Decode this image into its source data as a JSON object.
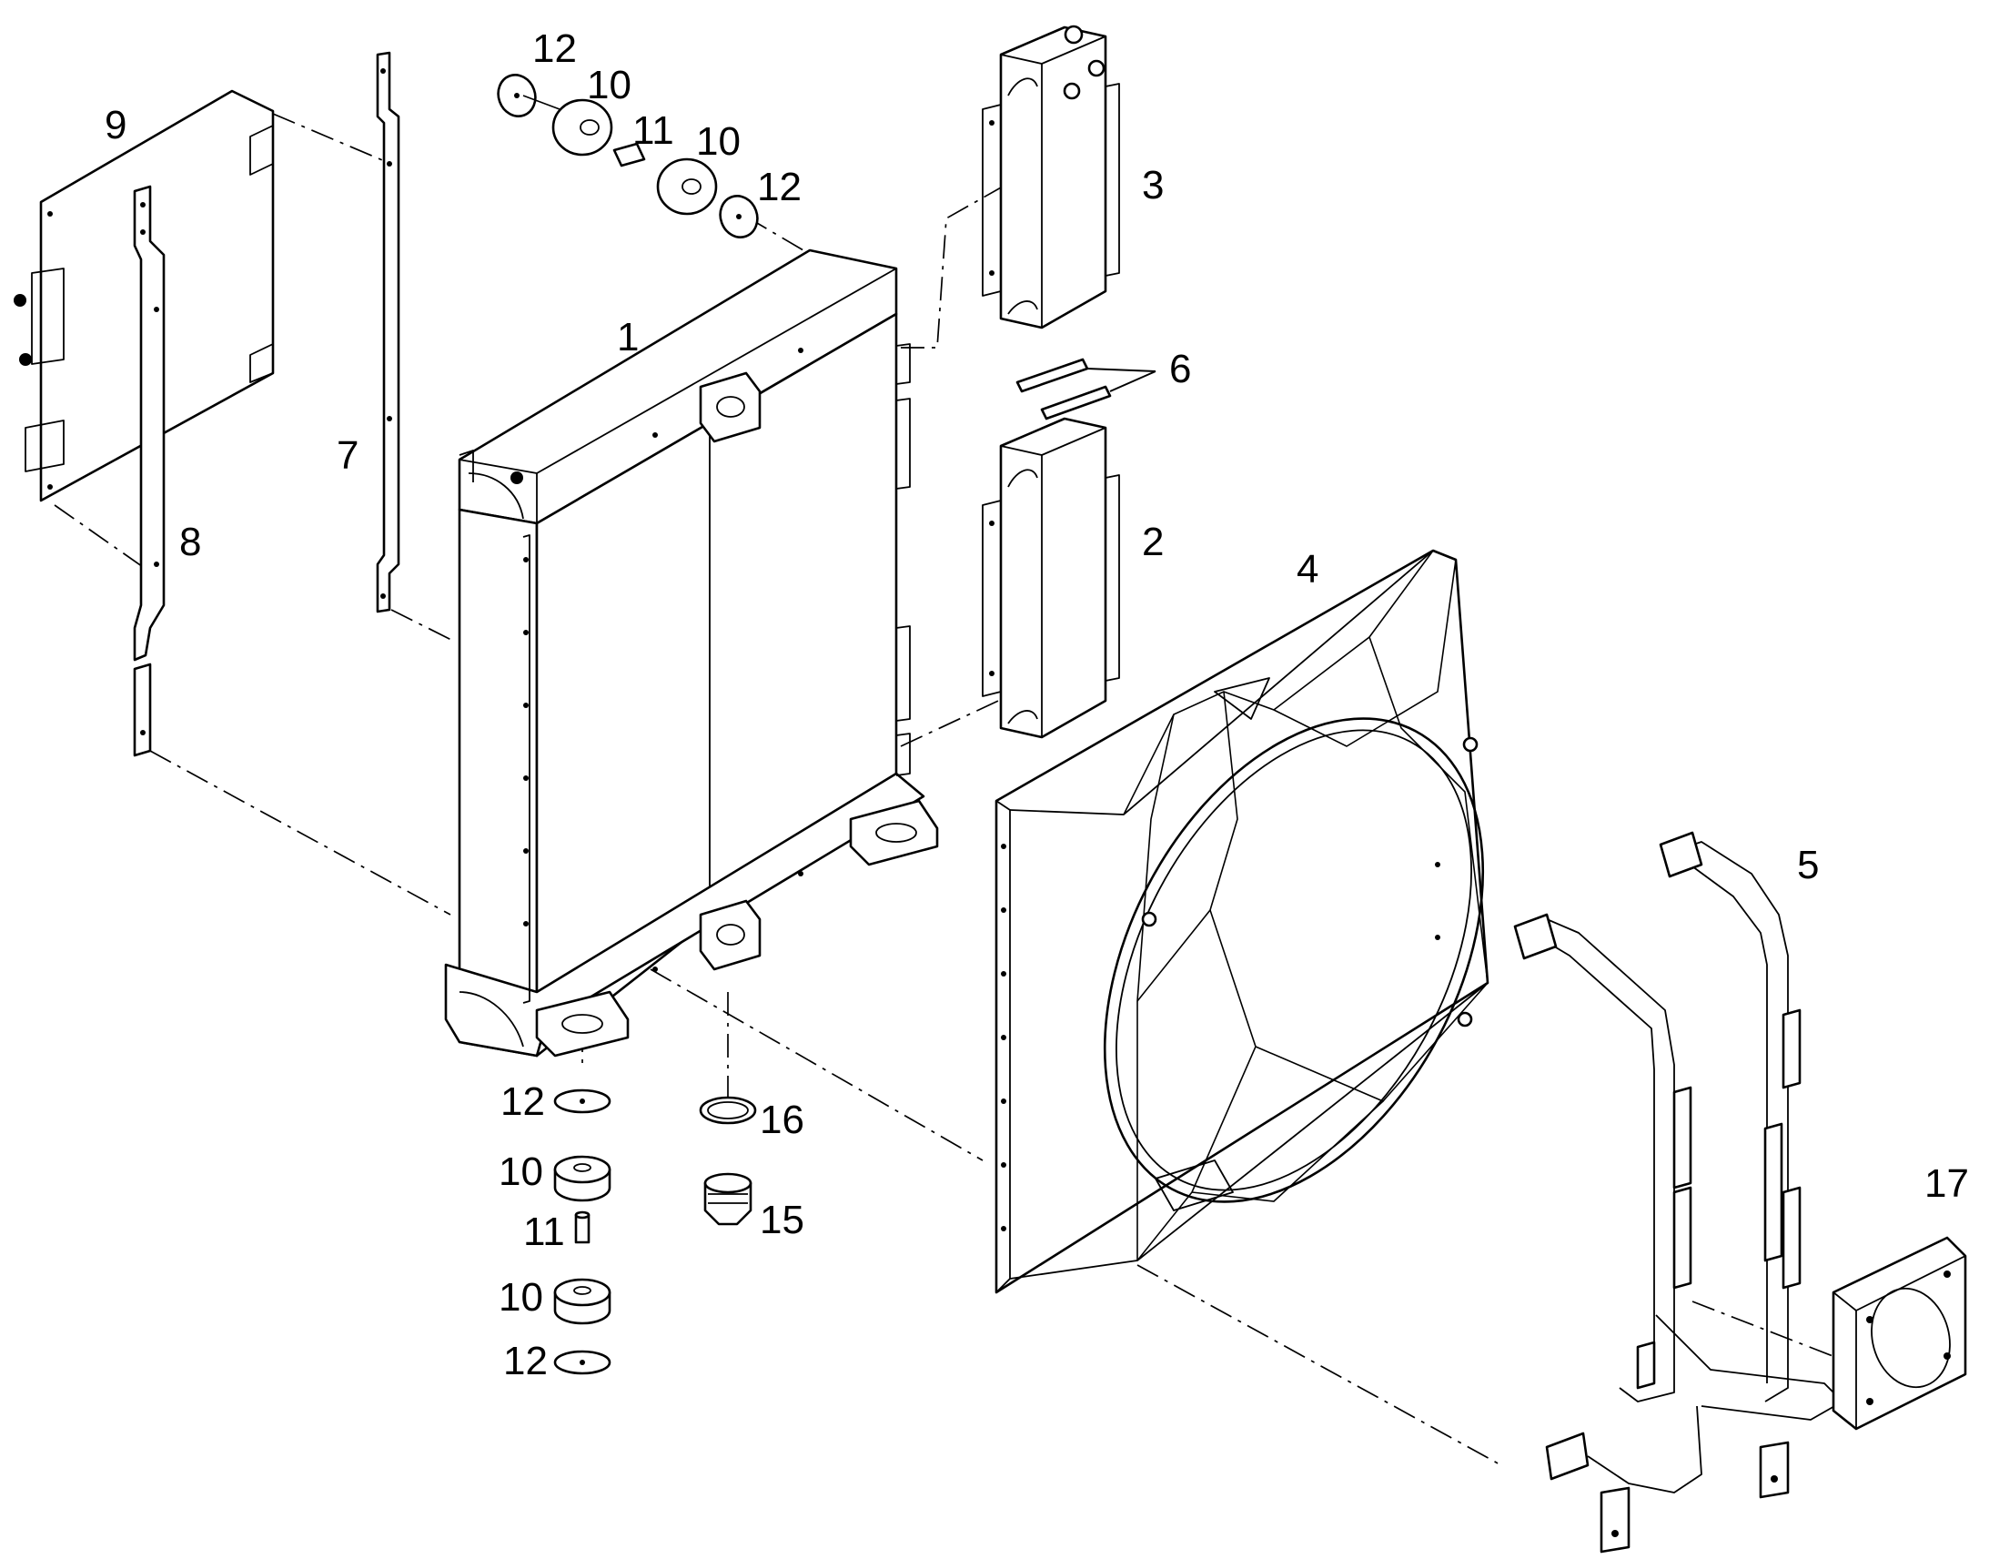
{
  "diagram": {
    "callouts": {
      "c1": "1",
      "c2": "2",
      "c3": "3",
      "c4": "4",
      "c5": "5",
      "c6": "6",
      "c7": "7",
      "c8": "8",
      "c9": "9",
      "c10_top_left": "10",
      "c10_top_right": "10",
      "c11_top": "11",
      "c12_top_left": "12",
      "c12_top_right": "12",
      "c12_bottom_upper": "12",
      "c10_bottom_upper": "10",
      "c11_bottom": "11",
      "c10_bottom_lower": "10",
      "c12_bottom_lower": "12",
      "c15": "15",
      "c16": "16",
      "c17": "17"
    }
  }
}
